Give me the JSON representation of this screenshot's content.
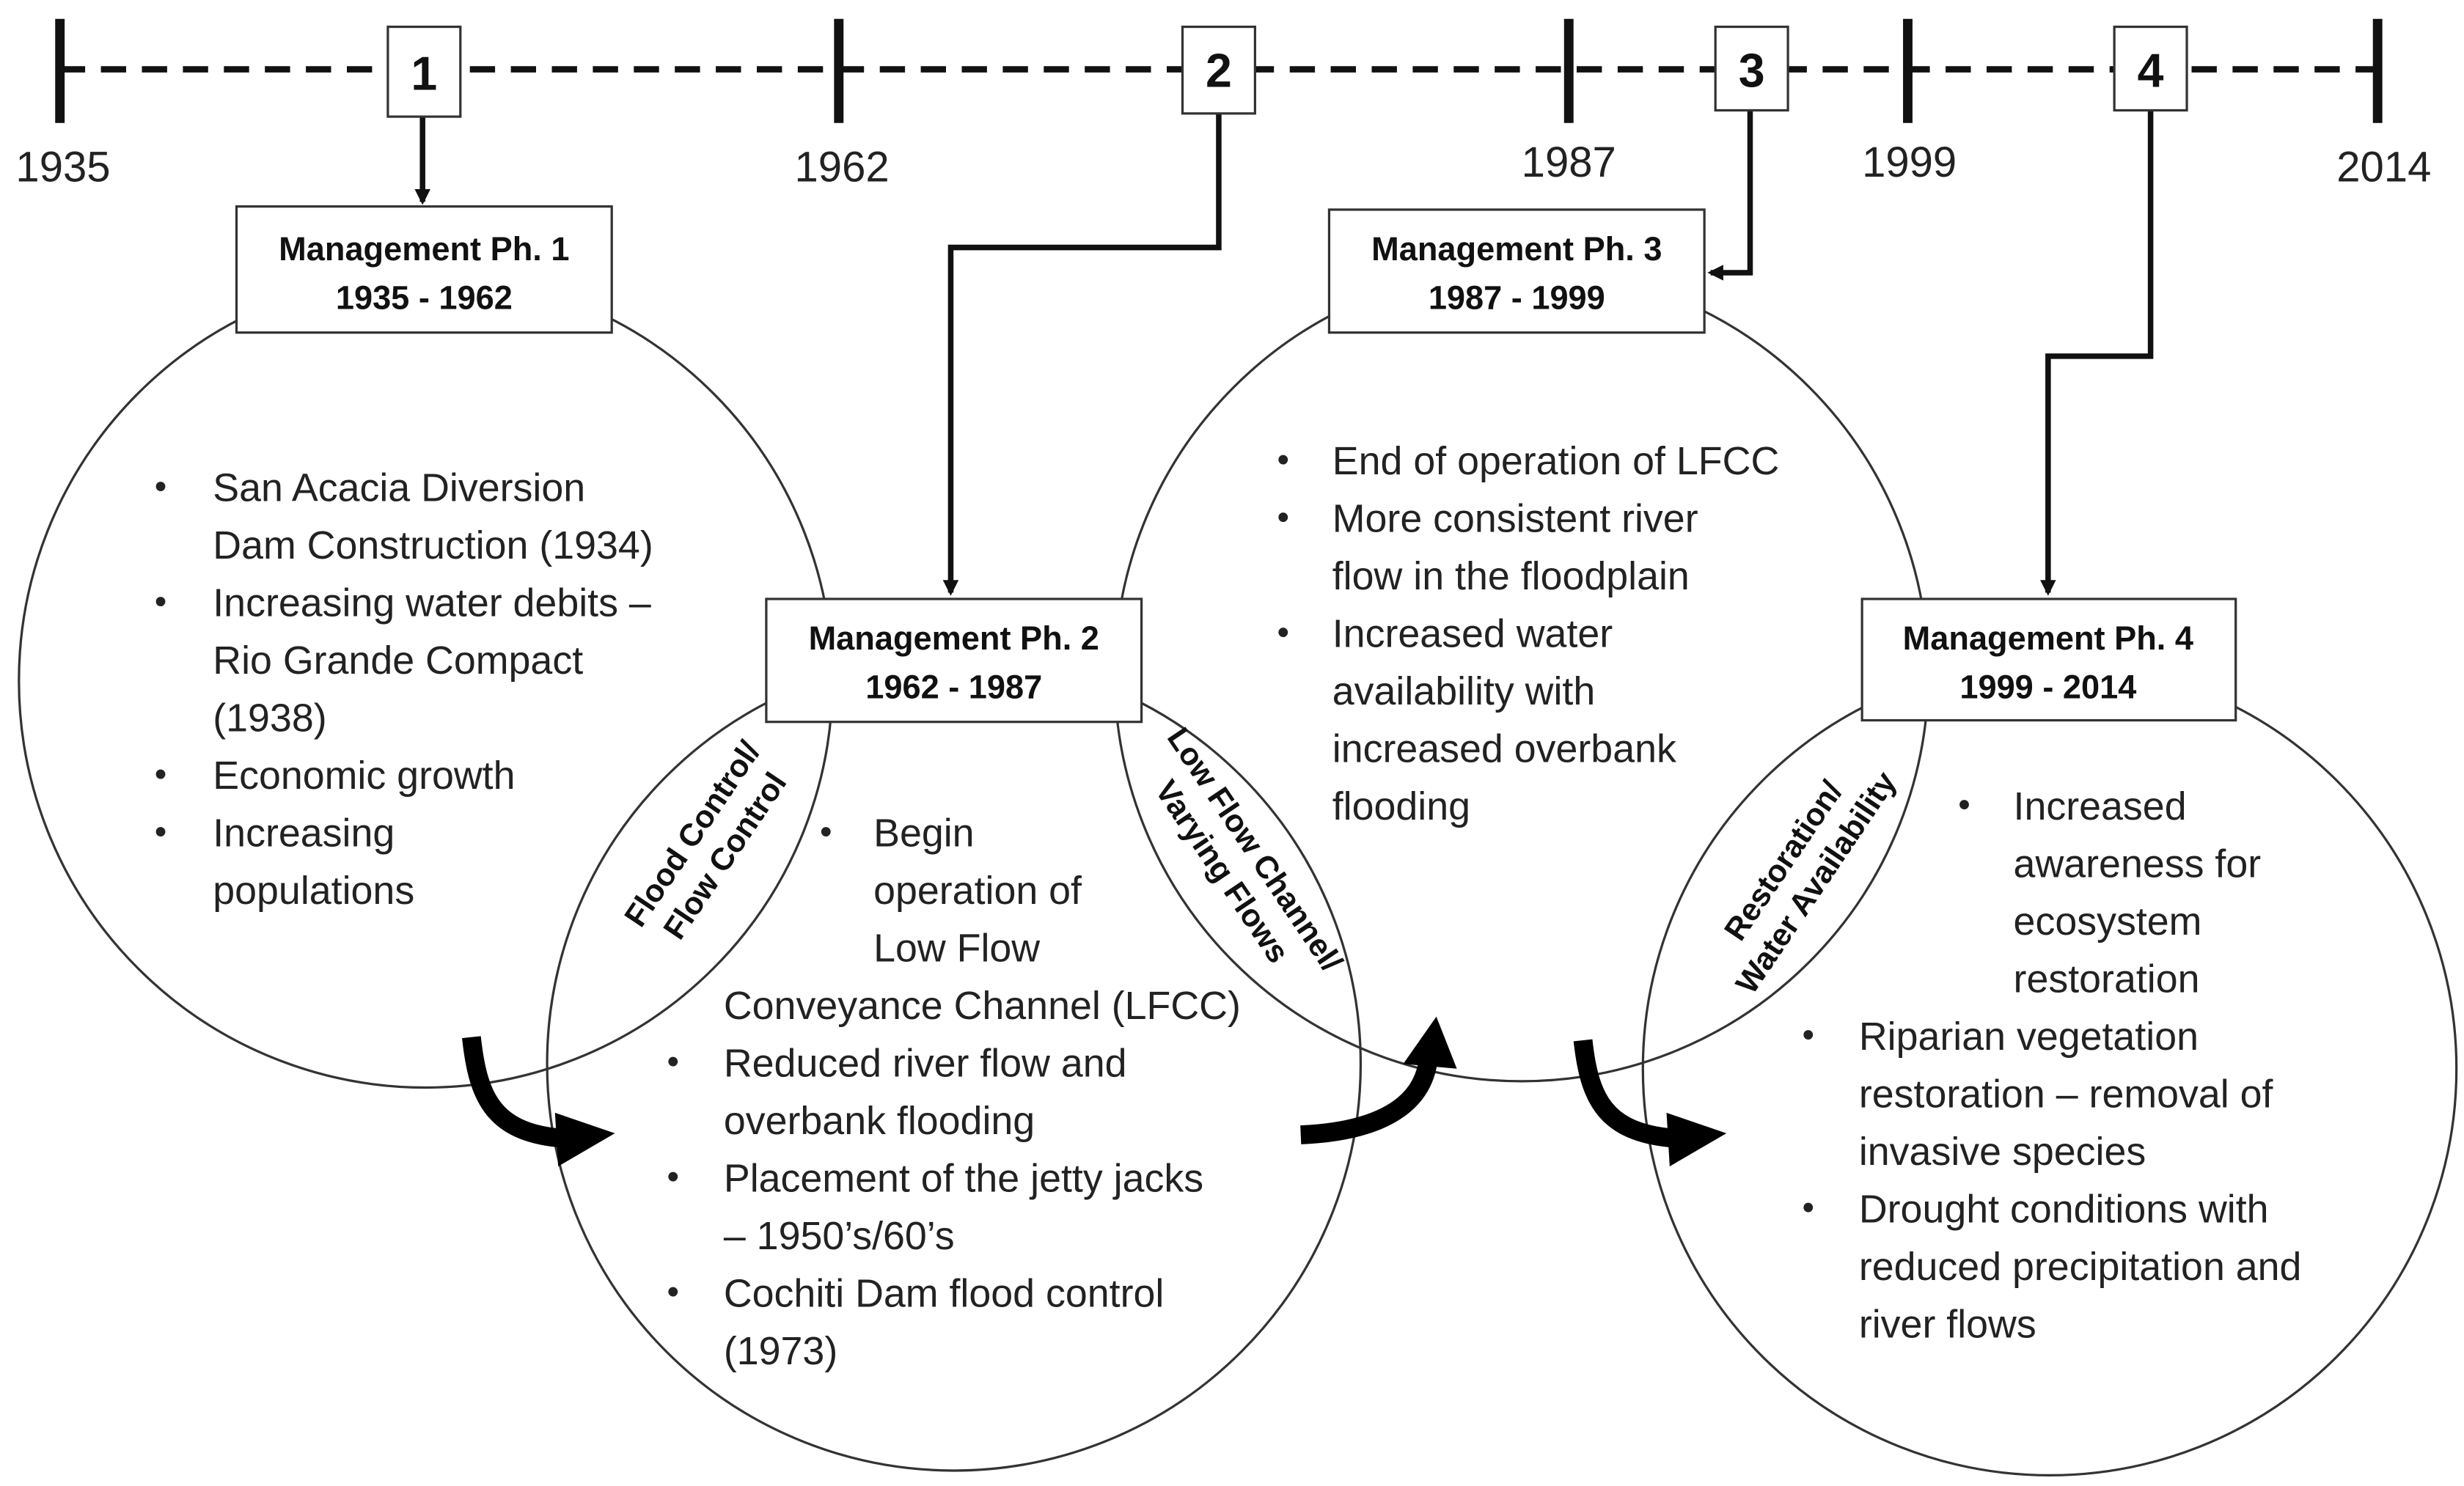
{
  "timeline": {
    "years": [
      "1935",
      "1962",
      "1987",
      "1999",
      "2014"
    ],
    "markers": [
      "1",
      "2",
      "3",
      "4"
    ]
  },
  "phases": [
    {
      "title": "Management Ph. 1",
      "range": "1935 - 1962"
    },
    {
      "title": "Management Ph. 2",
      "range": "1962 - 1987"
    },
    {
      "title": "Management Ph. 3",
      "range": "1987 - 1999"
    },
    {
      "title": "Management Ph. 4",
      "range": "1999 - 2014"
    }
  ],
  "phase1_bullets": [
    [
      "San Acacia Diversion",
      "Dam Construction (1934)"
    ],
    [
      "Increasing water debits –",
      "Rio Grande Compact",
      "(1938)"
    ],
    [
      "Economic growth"
    ],
    [
      "Increasing",
      "populations"
    ]
  ],
  "phase2_bullets": [
    [
      "Begin",
      "operation of",
      "Low Flow",
      "Conveyance Channel (LFCC)"
    ],
    [
      "Reduced river flow and",
      "overbank flooding"
    ],
    [
      "Placement of the jetty jacks",
      "– 1950’s/60’s"
    ],
    [
      "Cochiti Dam flood control",
      "(1973)"
    ]
  ],
  "phase3_bullets": [
    [
      "End of operation of LFCC"
    ],
    [
      "More consistent river",
      "flow in the floodplain"
    ],
    [
      "Increased water",
      "availability with",
      "increased overbank",
      "flooding"
    ]
  ],
  "phase4_bullets": [
    [
      "Increased",
      "awareness for",
      "ecosystem",
      "restoration"
    ],
    [
      "Riparian vegetation",
      "restoration – removal of",
      "invasive species"
    ],
    [
      "Drought conditions with",
      "reduced precipitation and",
      "river flows"
    ]
  ],
  "transitions": [
    [
      "Flood Control/",
      "Flow Control"
    ],
    [
      "Low Flow Channel/",
      "Varying Flows"
    ],
    [
      "Restoration/",
      "Water Availability"
    ]
  ],
  "bullet_symbol": "•"
}
